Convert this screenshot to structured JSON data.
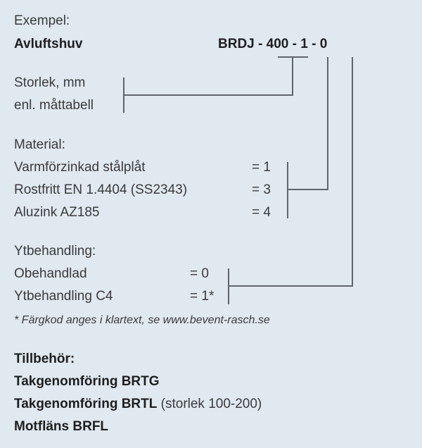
{
  "example": {
    "label": "Exempel:",
    "product_name": "Avluftshuv",
    "code_parts": [
      "BRDJ",
      "-",
      "400",
      "-",
      "1",
      "-",
      "0"
    ]
  },
  "size": {
    "line1": "Storlek, mm",
    "line2": "enl. måttabell"
  },
  "material": {
    "heading": "Material:",
    "options": [
      {
        "label": "Varmförzinkad stålplåt",
        "code": "= 1"
      },
      {
        "label": "Rostfritt EN 1.4404 (SS2343)",
        "code": "= 3"
      },
      {
        "label": "Aluzink AZ185",
        "code": "= 4"
      }
    ]
  },
  "finish": {
    "heading": "Ytbehandling:",
    "options": [
      {
        "label": "Obehandlad",
        "code": "= 0"
      },
      {
        "label": "Ytbehandling C4",
        "code": "= 1*"
      }
    ],
    "footnote": "* Färgkod anges i klartext, se www.bevent-rasch.se"
  },
  "accessories": {
    "heading": "Tillbehör:",
    "items": [
      {
        "name": "Takgenomföring BRTG",
        "note": ""
      },
      {
        "name": "Takgenomföring BRTL",
        "note": "(storlek 100-200)"
      },
      {
        "name": "Motfläns BRFL",
        "note": ""
      }
    ]
  },
  "colors": {
    "background": "#e0e8f0",
    "text": "#3a3a3a",
    "bold_text": "#1e1e1e",
    "lines": "#5f656b"
  }
}
